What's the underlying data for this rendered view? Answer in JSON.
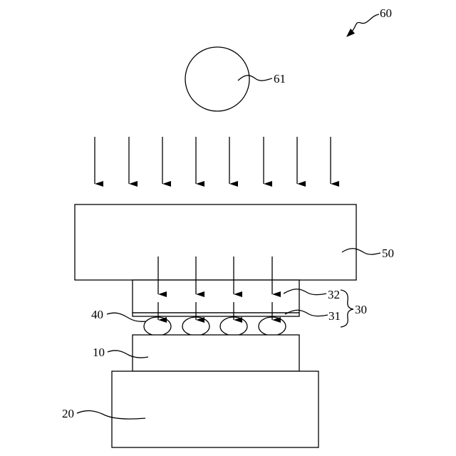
{
  "labels": {
    "apparatus": "60",
    "light_source": "61",
    "pressing_member": "50",
    "adhesive_layer": "32",
    "adhesive_group": "30",
    "adhesive_sublayer": "31",
    "solder_bumps": "40",
    "chip": "10",
    "substrate": "20"
  },
  "colors": {
    "stroke": "#000000",
    "background": "#ffffff"
  },
  "icons": {
    "arrow": "down-arrow-icon",
    "lamp": "circle-light-source"
  }
}
